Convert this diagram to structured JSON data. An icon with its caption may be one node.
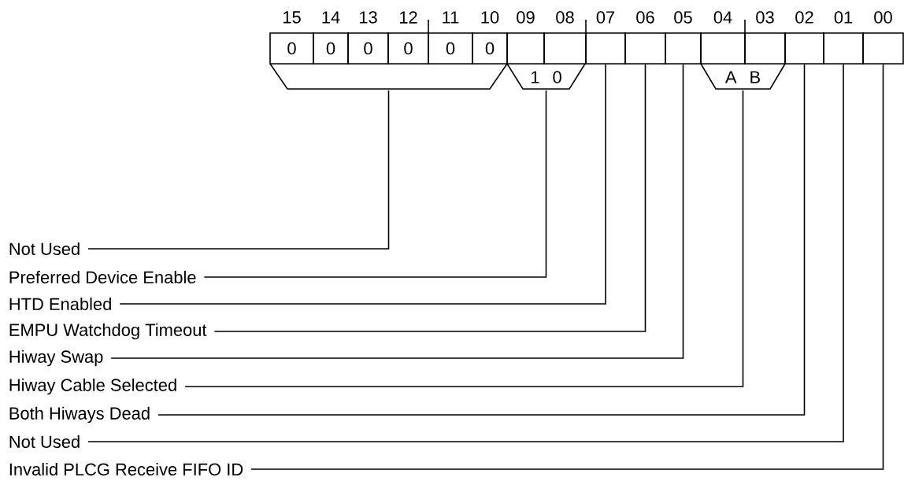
{
  "diagram": {
    "nodes": [
      {
        "text": [
          "0"
        ]
      },
      {
        "text": [
          "0"
        ]
      },
      {
        "text": [
          "0"
        ]
      },
      {
        "text": [
          "0"
        ]
      },
      {
        "text": [
          "0"
        ]
      },
      {
        "text": [
          "0"
        ]
      },
      {
        "text": [],
        "shape": "box"
      },
      {
        "text": [],
        "shape": "box"
      },
      {
        "text": [],
        "shape": "box"
      },
      {
        "text": [],
        "shape": "box"
      },
      {
        "text": [],
        "shape": "box"
      },
      {
        "text": [],
        "shape": "box"
      },
      {
        "text": [],
        "shape": "box"
      },
      {
        "text": [],
        "shape": "box"
      },
      {
        "text": [],
        "shape": "box"
      },
      {
        "text": [],
        "shape": "box"
      },
      {
        "text": [],
        "shape": "trapezoid"
      },
      {
        "text": [
          "1",
          "0"
        ]
      },
      {
        "text": [
          "A",
          "B"
        ]
      },
      {
        "text": [
          "Not Used"
        ]
      },
      {
        "text": [
          "Preferred Device Enable"
        ]
      },
      {
        "text": [
          "HTD Enabled"
        ]
      },
      {
        "text": [
          "EMPU Watchdog Timeout"
        ]
      },
      {
        "text": [
          "Hiway Swap"
        ]
      },
      {
        "text": [
          "Hiway Cable Selected"
        ]
      },
      {
        "text": [
          "Both Hiways Dead"
        ]
      },
      {
        "text": [
          "Not Used"
        ]
      },
      {
        "text": [
          "Invalid PLCG Receive FIFO ID"
        ]
      }
    ],
    "edges": [
      {
        "from": 19,
        "to": 16,
        "arrow": "none"
      },
      {
        "from": 20,
        "to": 17,
        "arrow": "none"
      },
      {
        "from": 21,
        "to": 8,
        "arrow": "none"
      },
      {
        "from": 22,
        "to": 9,
        "arrow": "none"
      },
      {
        "from": 23,
        "to": 10,
        "arrow": "none"
      },
      {
        "from": 24,
        "to": 18,
        "arrow": "none"
      },
      {
        "from": 25,
        "to": 13,
        "arrow": "none"
      },
      {
        "from": 26,
        "to": 14,
        "arrow": "none"
      },
      {
        "from": 27,
        "to": 15,
        "arrow": "none"
      }
    ],
    "labels": [
      "15",
      "14",
      "13",
      "12",
      "11",
      "10",
      "09",
      "08",
      "07",
      "06",
      "05",
      "04",
      "03",
      "02",
      "01",
      "00"
    ]
  }
}
